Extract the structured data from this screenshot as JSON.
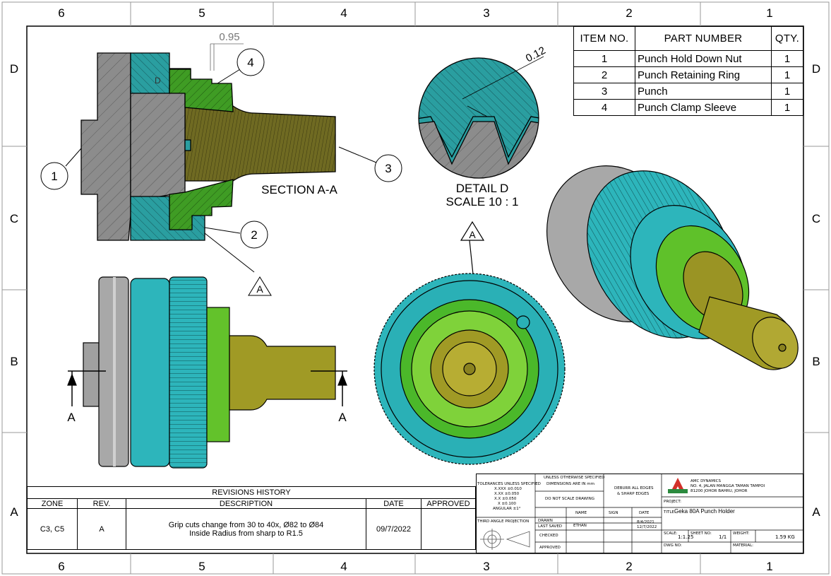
{
  "border": {
    "columns": [
      "6",
      "5",
      "4",
      "3",
      "2",
      "1"
    ],
    "rows": [
      "D",
      "C",
      "B",
      "A"
    ]
  },
  "views": {
    "section_label": "SECTION A-A",
    "detail_label_1": "DETAIL D",
    "detail_label_2": "SCALE 10 : 1",
    "section_arrow_letter": "A",
    "detail_letter": "D",
    "dim_095": "0.95",
    "dim_012": "0.12",
    "balloons": [
      "1",
      "2",
      "3",
      "4"
    ]
  },
  "bom": {
    "headers": {
      "item": "ITEM NO.",
      "part": "PART NUMBER",
      "qty": "QTY."
    },
    "rows": [
      {
        "item": "1",
        "part": "Punch Hold Down Nut",
        "qty": "1"
      },
      {
        "item": "2",
        "part": "Punch Retaining Ring",
        "qty": "1"
      },
      {
        "item": "3",
        "part": "Punch",
        "qty": "1"
      },
      {
        "item": "4",
        "part": "Punch Clamp Sleeve",
        "qty": "1"
      }
    ]
  },
  "revisions": {
    "title": "REVISIONS HISTORY",
    "headers": {
      "zone": "ZONE",
      "rev": "REV.",
      "desc": "DESCRIPTION",
      "date": "DATE",
      "approved": "APPROVED"
    },
    "row": {
      "zone": "C3, C5",
      "rev": "A",
      "desc_line1": "Grip cuts change from 30 to 40x, Ø82 to Ø84",
      "desc_line2": "Inside Radius from sharp to R1.5",
      "date": "09/7/2022",
      "approved": ""
    }
  },
  "title_block": {
    "tolerances_1": "TOLERANCES UNLESS SPECIFIED",
    "tolerances_2": "X.XXX ±0.010",
    "tolerances_3": "X.XX ±0.050",
    "tolerances_4": "X.X ±0.050",
    "tolerances_5": "X ±0.100",
    "tolerances_6": "ANGULAR ±1°",
    "unless_1": "UNLESS OTHERWISE SPECIFIED",
    "unless_2": "DIMENSIONS ARE IN mm",
    "do_not_scale": "DO NOT SCALE DRAWING",
    "deburr_1": "DEBURR ALL EDGES",
    "deburr_2": "& SHARP EDGES",
    "company_1": "AMC DYNAMICS",
    "company_2": "NO. 4, JALAN MANGGA TAMAN TAMPOI",
    "company_3": "81200 JOHOR BAHRU, JOHOR",
    "projection": "THIRD ANGLE PROJECTION",
    "project_label": "PROJECT:",
    "title_label": "TITLE:",
    "title_value": "Geka 80A Punch Holder",
    "name_col": "NAME",
    "sign_col": "SIGN",
    "date_col": "DATE",
    "drawn_label": "DRAWN",
    "drawn_name": "ETHAN",
    "drawn_date": "8/4/2021",
    "last_saved_label": "LAST SAVED",
    "last_saved_date": "12/7/2022",
    "checked_label": "CHECKED",
    "approved_label": "APPROVED",
    "scale_label": "SCALE:",
    "scale_value": "1:1.25",
    "sheet_label": "SHEET NO:",
    "sheet_value": "1/1",
    "weight_label": "WEIGHT:",
    "weight_value": "1.59 KG",
    "dwg_label": "DWG NO:",
    "material_label": "MATERIAL:"
  },
  "colors": {
    "teal": "#2aaeb4",
    "teal_dark": "#1e7c82",
    "green": "#58b62f",
    "green_bright": "#7fd23a",
    "olive": "#8f8a1e",
    "olive_light": "#b1a833",
    "grey": "#8a8a8a",
    "grey_light": "#b8b8b8",
    "logo_red": "#d3312a",
    "logo_green": "#2b8a3e"
  }
}
